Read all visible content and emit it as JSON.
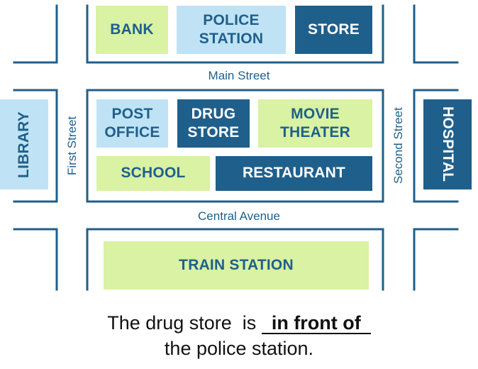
{
  "map": {
    "buildings": {
      "bank": "BANK",
      "police_station": "POLICE STATION",
      "store": "STORE",
      "library": "LIBRARY",
      "post_office": "POST OFFICE",
      "drug_store": "DRUG STORE",
      "movie_theater": "MOVIE THEATER",
      "hospital": "HOSPITAL",
      "school": "SCHOOL",
      "restaurant": "RESTAURANT",
      "train_station": "TRAIN STATION"
    },
    "streets": {
      "main": "Main Street",
      "first": "First Street",
      "second": "Second Street",
      "central": "Central Avenue"
    },
    "colors": {
      "line": "#1f5f8b",
      "dark_blue": "#1f5f8b",
      "light_blue": "#bfe3f5",
      "light_green": "#d9f2a3"
    }
  },
  "sentence": {
    "before": "The drug store  is ",
    "answer": "in front of",
    "after": "the police station."
  }
}
